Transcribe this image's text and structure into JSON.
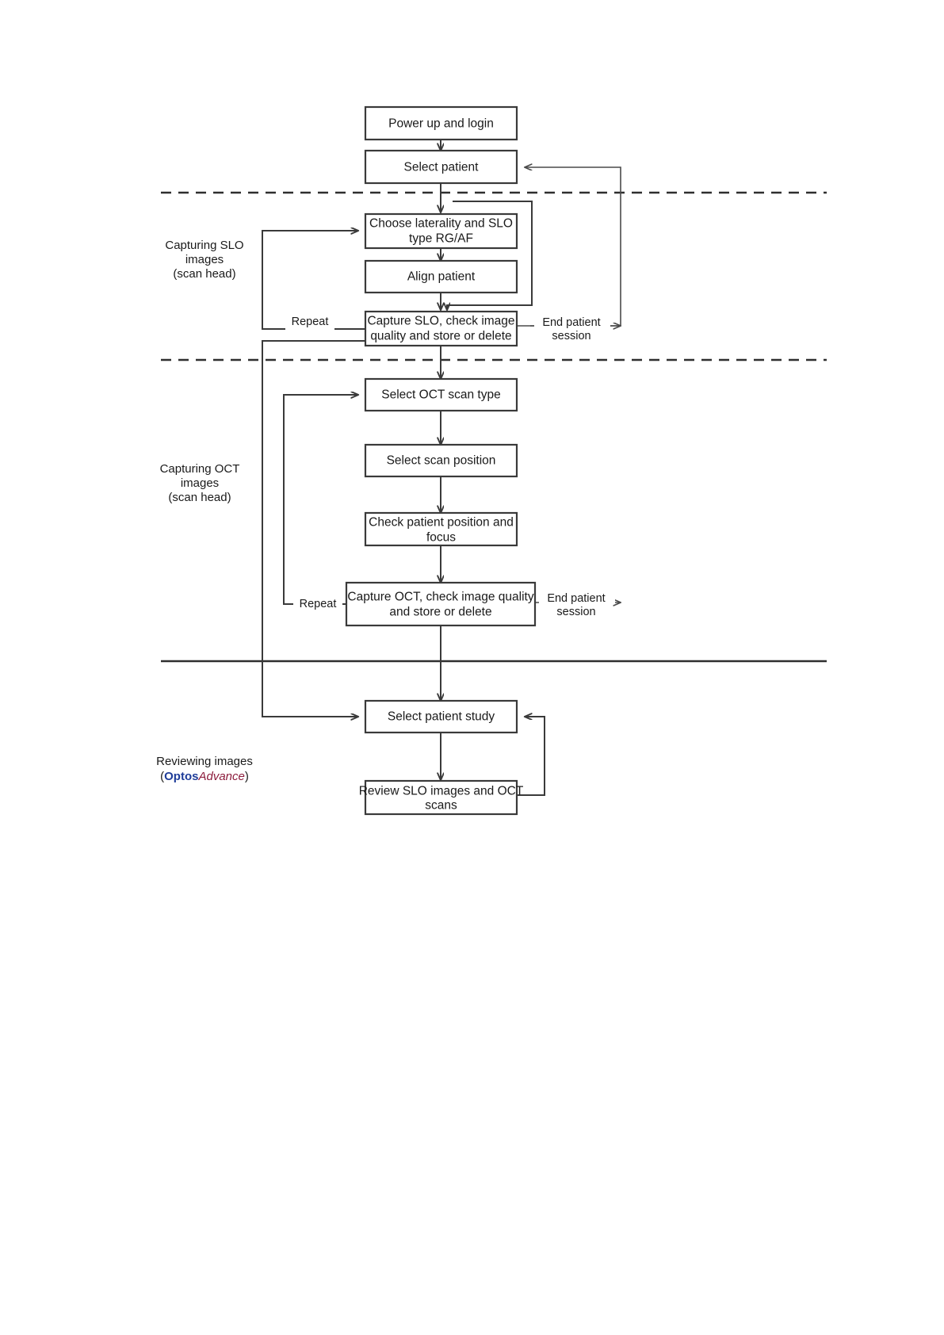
{
  "diagram": {
    "title": "Workflow for capturing and reviewing SLO and OCT images",
    "colors": {
      "box_stroke": "#3a3a3a",
      "line": "#3a3a3a",
      "divider": "#2f2f2f",
      "brand_optos": "#1f3d99",
      "brand_advance": "#8c1c3c",
      "background": "#ffffff"
    },
    "phases": [
      {
        "id": "phase-slo",
        "line1": "Capturing SLO",
        "line2": "images",
        "line3": "(scan head)"
      },
      {
        "id": "phase-oct",
        "line1": "Capturing OCT",
        "line2": "images",
        "line3": "(scan head)"
      },
      {
        "id": "phase-review",
        "line1": "Reviewing images",
        "brand_open": "(",
        "brand_bold": "Optos",
        "brand_italic": "Advance",
        "brand_close": ")"
      }
    ],
    "nodes": [
      {
        "id": "power-up-and-login",
        "line1": "Power up and login",
        "line2": ""
      },
      {
        "id": "select-patient",
        "line1": "Select patient",
        "line2": ""
      },
      {
        "id": "choose-laterality-and-slo-type",
        "line1": "Choose laterality and SLO",
        "line2": "type RG/AF"
      },
      {
        "id": "align-patient",
        "line1": "Align patient",
        "line2": ""
      },
      {
        "id": "capture-slo",
        "line1": "Capture SLO, check image",
        "line2": "quality and store or delete"
      },
      {
        "id": "select-oct-scan-type",
        "line1": "Select OCT scan type",
        "line2": ""
      },
      {
        "id": "select-scan-position",
        "line1": "Select scan position",
        "line2": ""
      },
      {
        "id": "check-patient-position-and-focus",
        "line1": "Check patient position and",
        "line2": "focus"
      },
      {
        "id": "capture-oct",
        "line1": "Capture OCT, check image quality",
        "line2": "and store or delete"
      },
      {
        "id": "select-patient-study",
        "line1": "Select patient study",
        "line2": ""
      },
      {
        "id": "review-slo-images-and-oct-scans",
        "line1": "Review SLO images and OCT",
        "line2": "scans"
      }
    ],
    "edge_labels": {
      "repeat_slo": "Repeat",
      "repeat_oct": "Repeat",
      "end_session_slo_line1": "End patient",
      "end_session_slo_line2": "session",
      "end_session_oct_line1": "End patient",
      "end_session_oct_line2": "session"
    }
  }
}
